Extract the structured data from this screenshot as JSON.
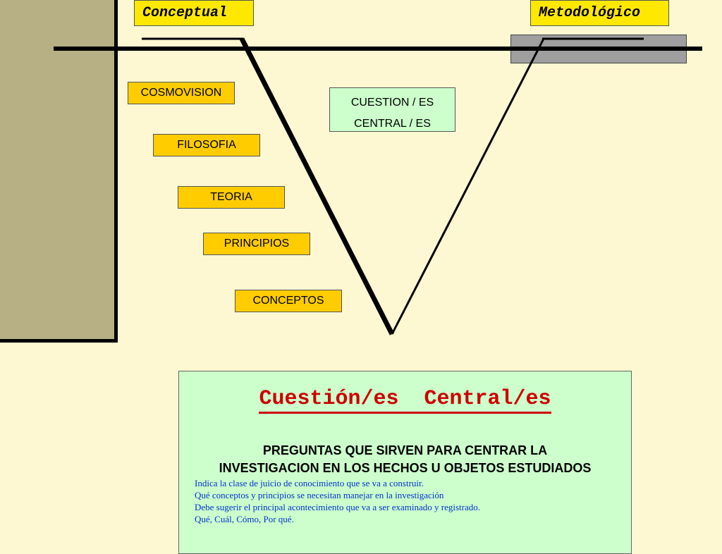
{
  "headers": {
    "left": "Conceptual",
    "right": "Metodológico"
  },
  "conceptual_items": [
    "COSMOVISION",
    "FILOSOFIA",
    "TEORIA",
    "PRINCIPIOS",
    "CONCEPTOS"
  ],
  "central_box": {
    "line1": "CUESTION / ES",
    "line2": "CENTRAL / ES"
  },
  "panel": {
    "title": "Cuestión/es  Central/es",
    "subtitle_line1": "PREGUNTAS QUE SIRVEN PARA CENTRAR LA",
    "subtitle_line2": "INVESTIGACION EN LOS HECHOS U OBJETOS ESTUDIADOS",
    "notes": [
      "Indica la clase de juicio de conocimiento que se va a construir.",
      "Qué conceptos y principios se necesitan manejar en la investigación",
      "Debe sugerir el principal acontecimiento que va a ser examinado y registrado.",
      "Qué, Cuál, Cómo, Por qué."
    ]
  },
  "colors": {
    "background": "#fdf8d2",
    "sidebar": "#b6b084",
    "header": "#ffe800",
    "item_box": "#ffcc00",
    "green_box": "#ccffcc",
    "title_red": "#cc0000",
    "notes_blue": "#0033cc"
  }
}
